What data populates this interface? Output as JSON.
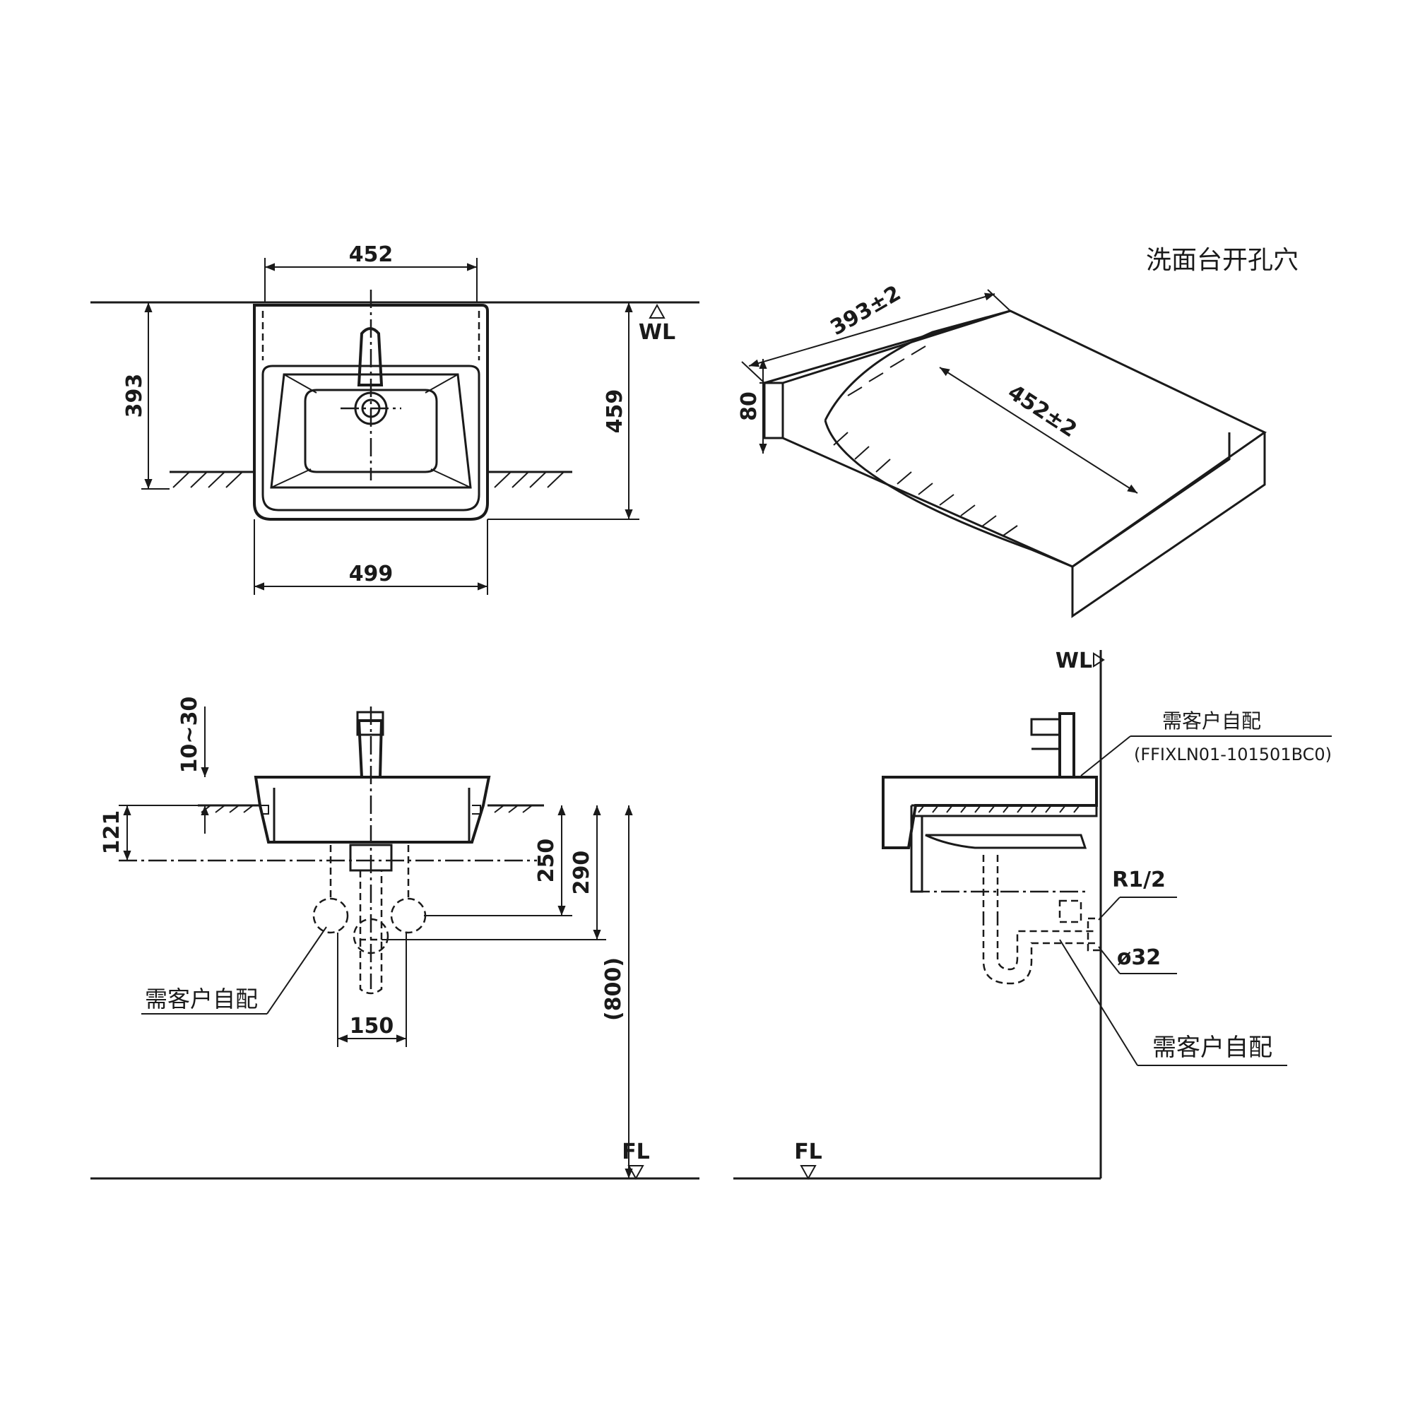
{
  "top_view": {
    "dim_width_top": "452",
    "dim_width_bottom": "499",
    "dim_height_left": "393",
    "dim_height_right": "459",
    "wall_label": "WL"
  },
  "iso_view": {
    "title": "洗面台开孔穴",
    "dim_depth": "393±2",
    "dim_width": "452±2",
    "dim_thickness": "80"
  },
  "front_view": {
    "dim_gap": "10~30",
    "dim_121": "121",
    "dim_250": "250",
    "dim_290": "290",
    "dim_800": "(800)",
    "dim_150": "150",
    "note_supply": "需客户自配",
    "floor_label": "FL"
  },
  "side_view": {
    "wall_label": "WL",
    "floor_label": "FL",
    "note_top": "需客户自配",
    "note_code": "(FFIXLN01-101501BC0)",
    "dim_r12": "R1/2",
    "dim_d32": "ø32",
    "note_trap": "需客户自配"
  }
}
